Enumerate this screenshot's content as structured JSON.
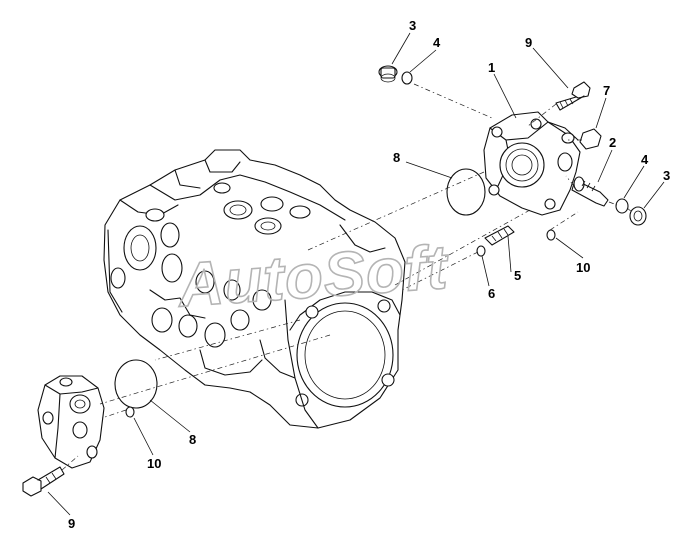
{
  "watermark": "AutoSoft",
  "callouts": {
    "c3_top": "3",
    "c4_top": "4",
    "c9_top": "9",
    "c1": "1",
    "c7": "7",
    "c8_upper": "8",
    "c2": "2",
    "c4_right": "4",
    "c3_right": "3",
    "c10_right": "10",
    "c5": "5",
    "c6": "6",
    "c8_lower": "8",
    "c10_lower": "10",
    "c9_lower": "9"
  }
}
